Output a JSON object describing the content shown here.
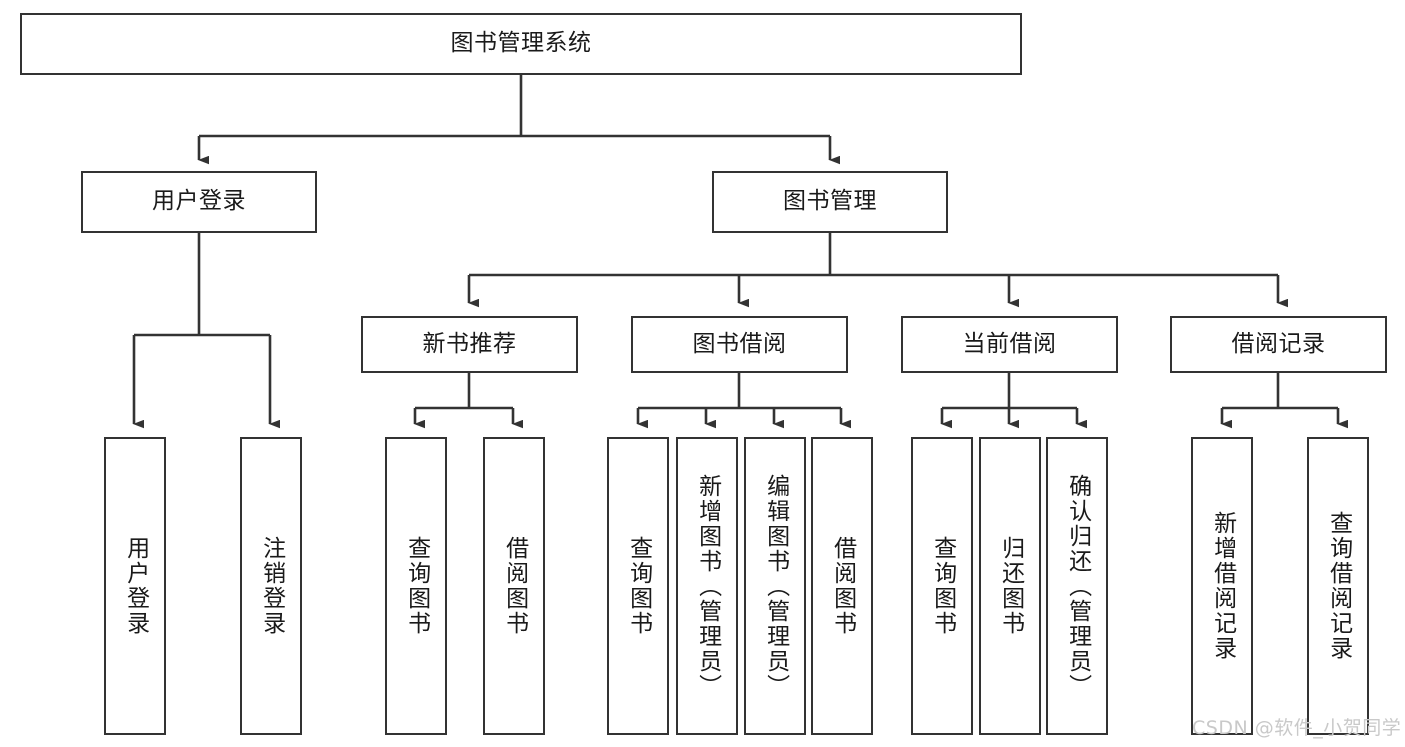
{
  "diagram": {
    "title": "图书管理系统",
    "watermark": "CSDN @软件_小贺同学",
    "colors": {
      "stroke": "#333333",
      "fill": "#ffffff",
      "text": "#1a1a1a",
      "watermark": "#c9c9c9"
    },
    "nodes": {
      "root": {
        "label": "图书管理系统",
        "orientation": "horizontal"
      },
      "user_login": {
        "label": "用户登录",
        "orientation": "horizontal"
      },
      "book_manage": {
        "label": "图书管理",
        "orientation": "horizontal"
      },
      "new_book_rec": {
        "label": "新书推荐",
        "orientation": "horizontal"
      },
      "book_borrow": {
        "label": "图书借阅",
        "orientation": "horizontal"
      },
      "current_borrow": {
        "label": "当前借阅",
        "orientation": "horizontal"
      },
      "borrow_record": {
        "label": "借阅记录",
        "orientation": "horizontal"
      },
      "leaf_user_login": {
        "label": "用户登录",
        "orientation": "vertical"
      },
      "leaf_logout": {
        "label": "注销登录",
        "orientation": "vertical"
      },
      "leaf_query_book_1": {
        "label": "查询图书",
        "orientation": "vertical"
      },
      "leaf_borrow_book_1": {
        "label": "借阅图书",
        "orientation": "vertical"
      },
      "leaf_query_book_2": {
        "label": "查询图书",
        "orientation": "vertical"
      },
      "leaf_add_book": {
        "label": "新增图书（管理员）",
        "orientation": "vertical"
      },
      "leaf_edit_book": {
        "label": "编辑图书（管理员）",
        "orientation": "vertical"
      },
      "leaf_borrow_book_2": {
        "label": "借阅图书",
        "orientation": "vertical"
      },
      "leaf_query_book_3": {
        "label": "查询图书",
        "orientation": "vertical"
      },
      "leaf_return_book": {
        "label": "归还图书",
        "orientation": "vertical"
      },
      "leaf_confirm_return": {
        "label": "确认归还（管理员）",
        "orientation": "vertical"
      },
      "leaf_add_record": {
        "label": "新增借阅记录",
        "orientation": "vertical"
      },
      "leaf_query_record": {
        "label": "查询借阅记录",
        "orientation": "vertical"
      }
    }
  }
}
